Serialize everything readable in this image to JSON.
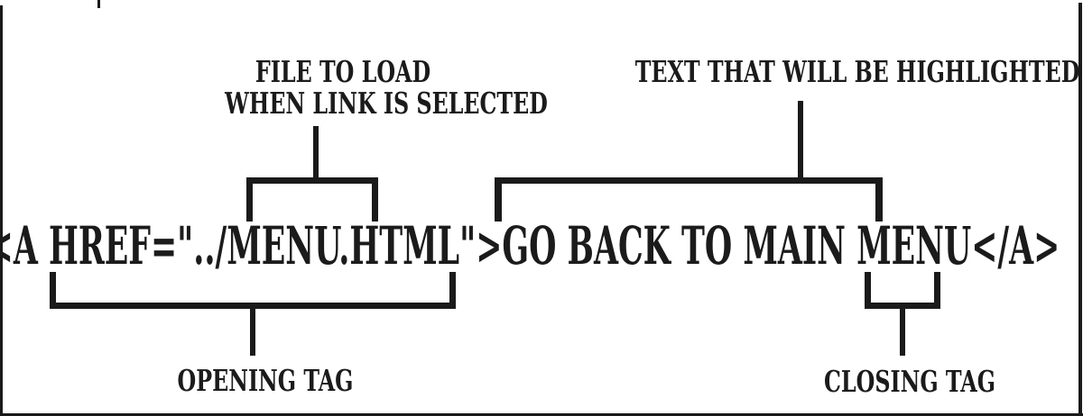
{
  "diagram": {
    "code_line": "<A HREF=\"../MENU.HTML\">GO BACK TO MAIN MENU</A>",
    "labels": {
      "file_to_load_line1": "FILE TO LOAD",
      "file_to_load_line2": "WHEN LINK IS SELECTED",
      "highlighted_text": "TEXT THAT WILL BE HIGHLIGHTED",
      "opening_tag": "OPENING TAG",
      "closing_tag": "CLOSING TAG"
    },
    "colors": {
      "ink": "#1a1a1a",
      "background": "#ffffff"
    }
  }
}
